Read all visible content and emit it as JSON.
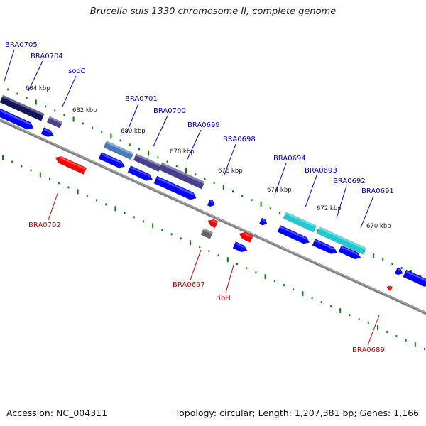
{
  "title": "Brucella suis 1330 chromosome II, complete genome",
  "footer": {
    "accession": "Accession: NC_004311",
    "stats": "Topology: circular; Length: 1,207,381 bp; Genes: 1,166"
  },
  "colors": {
    "backbone": "#808080",
    "tick": "#008000",
    "forward_cds": "#0000ff",
    "reverse_cds": "#ff0000",
    "other_gene": "#666666",
    "forward_label": "#0000bb",
    "reverse_label": "#cc0000",
    "cog_navy": "#14145a",
    "cog_slate": "#48408c",
    "cog_steel": "#4a7ab8",
    "cog_cyan": "#20c8d0"
  },
  "scale_labels": [
    "684 kbp",
    "682 kbp",
    "680 kbp",
    "678 kbp",
    "676 kbp",
    "674 kbp",
    "672 kbp",
    "670 kbp"
  ],
  "genes": [
    {
      "name": "BRA0705",
      "strand": "forward"
    },
    {
      "name": "BRA0704",
      "strand": "forward"
    },
    {
      "name": "sodC",
      "strand": "forward"
    },
    {
      "name": "BRA0702",
      "strand": "reverse"
    },
    {
      "name": "BRA0701",
      "strand": "forward"
    },
    {
      "name": "BRA0700",
      "strand": "forward"
    },
    {
      "name": "BRA0699",
      "strand": "forward"
    },
    {
      "name": "BRA0698",
      "strand": "forward"
    },
    {
      "name": "BRA0697",
      "strand": "reverse"
    },
    {
      "name": "ribH",
      "strand": "reverse"
    },
    {
      "name": "BRA0694",
      "strand": "forward"
    },
    {
      "name": "BRA0693",
      "strand": "forward"
    },
    {
      "name": "BRA0692",
      "strand": "forward"
    },
    {
      "name": "BRA0691",
      "strand": "forward"
    },
    {
      "name": "BRA0689",
      "strand": "reverse"
    }
  ]
}
